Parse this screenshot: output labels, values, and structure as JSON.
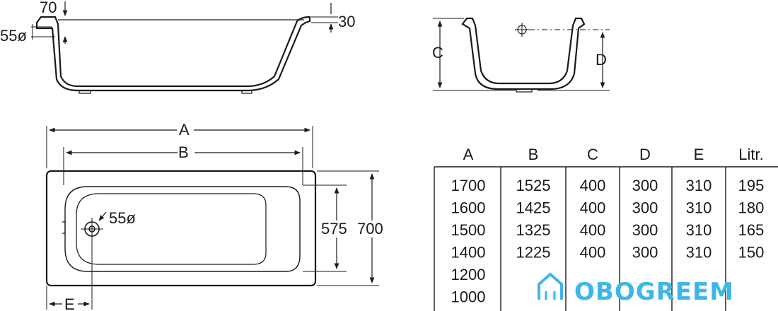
{
  "side_view": {
    "dim_70": "70",
    "dim_30": "30",
    "dim_55": "55ø"
  },
  "end_view": {
    "dim_c": "C",
    "dim_d": "D"
  },
  "top_view": {
    "dim_a": "A",
    "dim_b": "B",
    "dim_575": "575",
    "dim_700": "700",
    "dim_55": "55ø",
    "dim_e": "E"
  },
  "table": {
    "headers": [
      "A",
      "B",
      "C",
      "D",
      "E",
      "Litr."
    ],
    "rows": [
      [
        "1700",
        "1525",
        "400",
        "300",
        "310",
        "195"
      ],
      [
        "1600",
        "1425",
        "400",
        "300",
        "310",
        "180"
      ],
      [
        "1500",
        "1325",
        "400",
        "300",
        "310",
        "165"
      ],
      [
        "1400",
        "1225",
        "400",
        "300",
        "310",
        "150"
      ],
      [
        "1200",
        "",
        "",
        "",
        "",
        ""
      ],
      [
        "1000",
        "",
        "",
        "",
        "",
        ""
      ]
    ]
  },
  "watermark": {
    "text": "OBOGREEM",
    "color": "#3fb6e8"
  }
}
